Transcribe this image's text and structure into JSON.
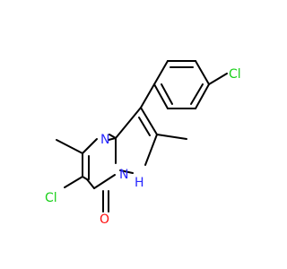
{
  "colors": {
    "carbon": "#000000",
    "nitrogen": "#2727ff",
    "oxygen": "#ff0d0d",
    "chlorine": "#1ad01a",
    "background": "#ffffff"
  },
  "atoms": {
    "cl_phenyl": "Cl",
    "n_pyrimidine": "N",
    "cl_ring": "Cl",
    "n_bridge": "N",
    "nh": "H",
    "o": "O"
  }
}
